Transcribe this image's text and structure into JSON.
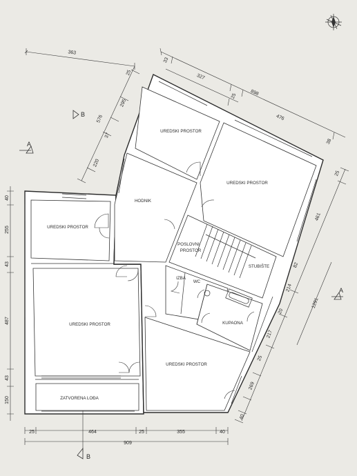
{
  "rooms": {
    "r1": "UREDSKI PROSTOR",
    "r2": "UREDSKI PROSTOR",
    "r3": "UREDSKI PROSTOR",
    "r4": "UREDSKI PROSTOR",
    "r5": "UREDSKI PROSTOR",
    "hodnik": "HODNIK",
    "poslovni_1": "POSLOVNI",
    "poslovni_2": "PROSTOR",
    "stubiste": "STUBIŠTE",
    "izba": "IZBA",
    "wc": "WC",
    "kupaona": "KUPAONA",
    "loda": "ZATVORENA LOĐA"
  },
  "dimensions": {
    "top_363": "363",
    "top_25": "25",
    "top_33": "33",
    "top_327": "327",
    "top_898": "898",
    "top_25b": "25",
    "top_476": "476",
    "top_38": "38",
    "lft_295": "295",
    "lft_576": "576",
    "lft_37": "37",
    "lft_220": "220",
    "l_40": "40",
    "l_255": "255",
    "l_43": "43",
    "l_487": "487",
    "l_43b": "43",
    "l_150": "150",
    "r_25": "25",
    "r_461": "461",
    "r_82": "82",
    "r_214": "214",
    "r_1291": "1291",
    "r_20": "20",
    "r_217": "217",
    "r_25b": "25",
    "r_269": "269",
    "r_40": "40",
    "b_25": "25",
    "b_464": "464",
    "b_25b": "25",
    "b_355": "355",
    "b_40": "40",
    "b_909": "909"
  },
  "section_marks": {
    "a_left": "A",
    "a_right": "A",
    "b_top": "B",
    "b_bottom": "B"
  }
}
